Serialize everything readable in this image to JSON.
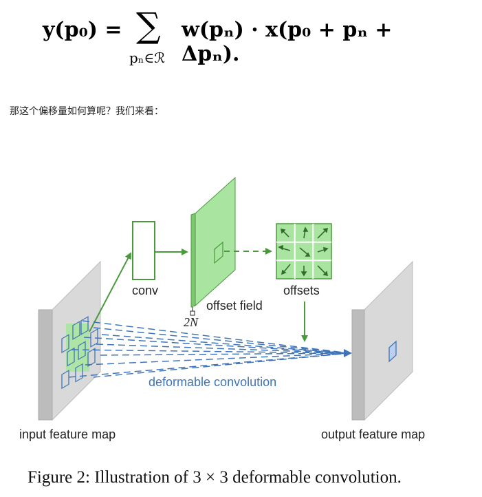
{
  "formula": {
    "lhs": "y(p₀) =",
    "sum": "∑",
    "sum_sub": "pₙ∈ℛ",
    "rhs": "w(pₙ) · x(p₀ + pₙ + Δpₙ)."
  },
  "intro_text": "那这个偏移量如何算呢？我们来看：",
  "diagram": {
    "conv": "conv",
    "offset_field": "offset field",
    "two_n": "2N",
    "offsets": "offsets",
    "deformable_convolution": "deformable convolution",
    "input_feature_map": "input feature map",
    "output_feature_map": "output feature map"
  },
  "colors": {
    "green": "#4a9a3d",
    "light_green": "#a9e4a0",
    "blue": "#3f74b8",
    "gray_plane": "#d9d9d9"
  },
  "caption": "Figure 2: Illustration of 3 × 3 deformable convolution."
}
